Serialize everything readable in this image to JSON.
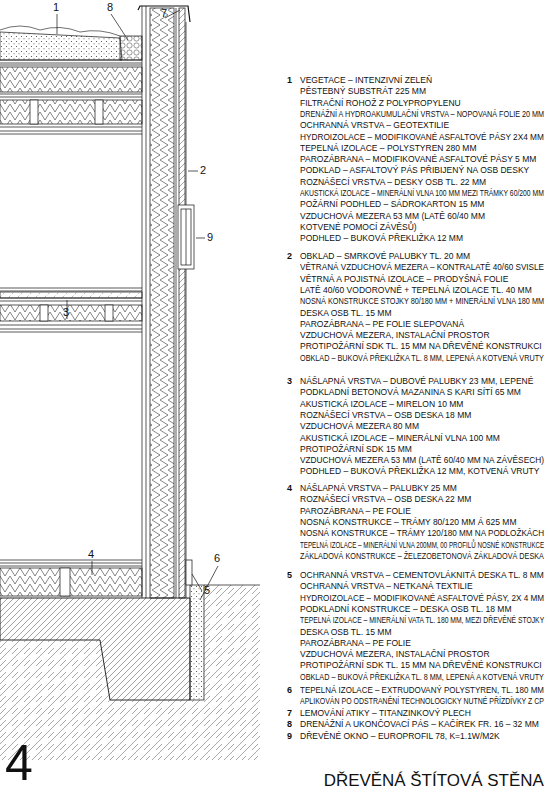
{
  "diagram": {
    "title": "DŘEVĚNÁ ŠTÍTOVÁ STĚNA",
    "labels": [
      "1",
      "8",
      "7",
      "2",
      "9",
      "3",
      "6",
      "5",
      "4",
      "4",
      "1",
      "VEGETACE – INTENZIVNÍ ZELEŇ",
      "PĚSTEBNÝ SUBSTRÁT 225 MM",
      "FILTRAČNÍ ROHOŽ Z POLYPROPYLENU",
      "DRENÁŽNÍ A HYDROAKUMULAČNÍ VRSTVA – NOPOVANÁ FOLIE 20 MM",
      "OCHRANNÁ VRSTVA – GEOTEXTILIE",
      "HYDROIZOLACE – MODIFIKOVANÉ ASFALTOVÉ PÁSY 2X4 MM",
      "TEPELNÁ IZOLACE – POLYSTYREN 280 MM",
      "PAROZÁBRANA – MODIFIKOVANÉ ASFALTOVÉ PÁSY 5 MM",
      "PODKLAD – ASFALTOVÝ PÁS PŘIBIJENÝ NA OSB DESKY",
      "ROZNÁŠECÍ VRSTVA – DESKY OSB TL. 22 MM",
      "AKUSTICKÁ IZOLACE – MINERÁLNÍ VLNA 100 MM MEZI TRÁMKY 60/200 MM",
      "POŽÁRNÍ PODHLED – SÁDROKARTON 15 MM",
      "VZDUCHOVÁ MEZERA 53 MM (LATĚ 60/40 MM",
      "KOTVENÉ POMOCÍ ZÁVĚSŮ)",
      "PODHLED – BUKOVÁ PŘEKLIŽKA 12 MM",
      "2",
      "OBKLAD – SMRKOVÉ PALUBKY TL. 20 MM",
      "VĚTRANÁ VZDUCHOVÁ MEZERA – KONTRALATĚ 40/60 SVISLE",
      "VĚTRNÁ A POJISTNÁ IZOLACE – PRODYŠNÁ FOLIE",
      "LATĚ 40/60 VODOROVNĚ + TEPELNÁ IZOLACE TL. 40 MM",
      "NOSNÁ KONSTRUKCE STOJKY 80/180 MM + MINERÁLNÍ VLNA 180 MM",
      "DESKA OSB TL. 15 MM",
      "PAROZÁBRANA – PE FOLIE SLEPOVANÁ",
      "VZDUCHOVÁ MEZERA, INSTALAČNÍ PROSTOR",
      "PROTIPOŽÁRNÍ SDK TL. 15 MM NA DŘEVĚNÉ KONSTRUKCI",
      "OBKLAD – BUKOVÁ PŘEKLIŽKA TL. 8 MM, LEPENÁ A KOTVENÁ VRUTY",
      "3",
      "NÁŠLAPNÁ VRSTVA – DUBOVÉ PALUBKY 23 MM, LEPENÉ",
      "PODKLADNÍ BETONOVÁ MAZANINA S KARI SÍTÍ 65 MM",
      "AKUSTICKÁ IZOLACE – MIRELON 10 MM",
      "ROZNÁŠECÍ VRSTVA – OSB DESKA 18 MM",
      "VZDUCHOVÁ MEZERA 80 MM",
      "AKUSTICKÁ IZOLACE – MINERÁLNÍ VLNA 100 MM",
      "PROTIPOŽÁRNÍ SDK 15 MM",
      "VZDUCHOVÁ MEZERA 53 MM (LATĚ 60/40 MM NA ZÁVĚSECH)",
      "PODHLED – BUKOVÁ PŘEKLIŽKA 12 MM, KOTVENÁ VRUTY",
      "4",
      "NÁŠLAPNÁ VRSTVA – PALUBKY 25 MM",
      "ROZNÁŠECÍ VRSTVA – OSB DESKA 22 MM",
      "PAROZÁBRANA – PE FOLIE",
      "NOSNÁ KONSTRUKCE – TRÁMY 80/120 MM Á 625 MM",
      "NOSNÁ KONSTRUKCE – TRÁMY 120/180 MM NA PODLOŽKÁCH",
      "TEPELNÁ IZOLACE – MINERÁLNÍ VLNA 200MM, 00 PROFILŮ NOSNÉ KONSTRUKCE",
      "ZÁKLADOVÁ KONSTRUKCE – ŽELEZOBETONOVÁ ZÁKLADOVÁ DESKA",
      "5",
      "OCHRANNÁ VRSTVA – CEMENTOVLÁKNITÁ DESKA TL. 8 MM",
      "OCHRANNÁ VRSTVA – NETKANÁ TEXTILIE",
      "HYDROIZOLACE – MODIFIKOVANÉ ASFALTOVÉ PÁSY, 2X 4 MM",
      "PODKLADNÍ KONSTRUKCE – DESKA OSB TL. 18 MM",
      "TEPELNÁ IZOLACE – MINERÁLNÍ VATA TL. 180 MM, MEZI DŘEVĚNÉ STOJKY",
      "DESKA OSB TL. 15 MM",
      "PAROZÁBRANA – PE FOLIE",
      "VZDUCHOVÁ MEZERA, INSTALAČNÍ PROSTOR",
      "PROTIPOŽÁRNÍ SDK TL. 15 MM NA DŘEVĚNÉ KONSTRUKCI",
      "OBKLAD – BUKOVÁ PŘEKLIŽKA TL. 8 MM, LEPENÁ A KOTVENÁ VRUTY",
      "6",
      "TEPELNÁ IZOLACE – EXTRUDOVANÝ POLYSTYREN, TL. 180 MM",
      "APLIKOVÁN PO ODSTRANĚNÍ TECHNOLOGICKY NUTNÉ PŘÍZDÍVKY Z CP",
      "7",
      "LEMOVÁNÍ ATIKY – TITANZINKOVÝ PLECH",
      "8",
      "DRENÁŽNÍ A UKONČOVACÍ PÁS – KAČÍREK FR. 16 – 32 MM",
      "9",
      "DŘEVĚNÉ OKNO – EUROPROFIL 78, K=1.1W/M2K"
    ]
  }
}
